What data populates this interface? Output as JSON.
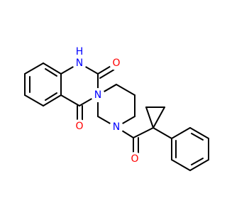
{
  "atoms": {
    "nh": {
      "text": "H",
      "color": "#0000ff"
    },
    "n_nh": {
      "text": "N",
      "color": "#0000ff"
    },
    "o1": {
      "text": "O",
      "color": "#ff0000"
    },
    "n3": {
      "text": "N",
      "color": "#0000ff"
    },
    "o2": {
      "text": "O",
      "color": "#ff0000"
    },
    "n_pip": {
      "text": "N",
      "color": "#0000ff"
    },
    "o3": {
      "text": "O",
      "color": "#ff0000"
    }
  },
  "colors": {
    "bond": "#000000",
    "nitrogen": "#0000ff",
    "oxygen": "#ff0000"
  }
}
